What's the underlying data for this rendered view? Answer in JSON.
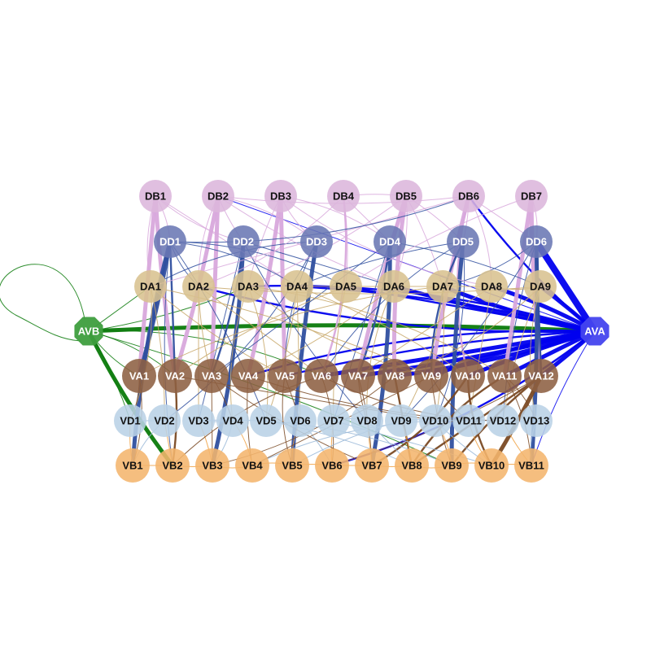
{
  "diagram": {
    "groups": {
      "DB": {
        "color": "#dcb6dc",
        "text_color": "#111111",
        "edge_color": "#d8a8dc"
      },
      "DD": {
        "color": "#6a78b4",
        "text_color": "#ffffff",
        "edge_color": "#2f4f9f"
      },
      "DA": {
        "color": "#d8c18f",
        "text_color": "#111111",
        "edge_color": "#c8a86a"
      },
      "VA": {
        "color": "#8d6042",
        "text_color": "#ffffff",
        "edge_color": "#7a4a24"
      },
      "VD": {
        "color": "#b9d1e6",
        "text_color": "#111111",
        "edge_color": "#9ab8d8"
      },
      "VB": {
        "color": "#f4b56d",
        "text_color": "#111111",
        "edge_color": "#f0a040"
      },
      "AVB": {
        "color": "#3e9e3e",
        "text_color": "#ffffff",
        "edge_color": "#0a7a0a"
      },
      "AVA": {
        "color": "#4444ee",
        "text_color": "#ffffff",
        "edge_color": "#0000ee"
      }
    },
    "rows": [
      {
        "group": "DB",
        "labels": [
          "DB1",
          "DB2",
          "DB3",
          "DB4",
          "DB5",
          "DB6",
          "DB7"
        ]
      },
      {
        "group": "DD",
        "labels": [
          "DD1",
          "DD2",
          "DD3",
          "DD4",
          "DD5",
          "DD6"
        ]
      },
      {
        "group": "DA",
        "labels": [
          "DA1",
          "DA2",
          "DA3",
          "DA4",
          "DA5",
          "DA6",
          "DA7",
          "DA8",
          "DA9"
        ]
      },
      {
        "group": "VA",
        "labels": [
          "VA1",
          "VA2",
          "VA3",
          "VA4",
          "VA5",
          "VA6",
          "VA7",
          "VA8",
          "VA9",
          "VA10",
          "VA11",
          "VA12"
        ]
      },
      {
        "group": "VD",
        "labels": [
          "VD1",
          "VD2",
          "VD3",
          "VD4",
          "VD5",
          "VD6",
          "VD7",
          "VD8",
          "VD9",
          "VD10",
          "VD11",
          "VD12",
          "VD13"
        ]
      },
      {
        "group": "VB",
        "labels": [
          "VB1",
          "VB2",
          "VB3",
          "VB4",
          "VB5",
          "VB6",
          "VB7",
          "VB8",
          "VB9",
          "VB10",
          "VB11"
        ]
      }
    ],
    "hubs": [
      {
        "label": "AVB",
        "group": "AVB",
        "side": "left"
      },
      {
        "label": "AVA",
        "group": "AVA",
        "side": "right"
      }
    ],
    "edges": [
      {
        "from": "AVB",
        "to": "AVA",
        "weight": 3
      },
      {
        "from": "AVB",
        "to": "AVB",
        "weight": 1
      },
      {
        "from": "AVA",
        "to": "DD6",
        "weight": 4
      },
      {
        "from": "AVA",
        "to": "DA9",
        "weight": 3
      },
      {
        "from": "AVA",
        "to": "DA8",
        "weight": 3
      },
      {
        "from": "AVA",
        "to": "DA7",
        "weight": 3
      },
      {
        "from": "AVA",
        "to": "DA6",
        "weight": 3
      },
      {
        "from": "AVA",
        "to": "DA5",
        "weight": 2
      },
      {
        "from": "AVA",
        "to": "DA4",
        "weight": 2
      },
      {
        "from": "AVA",
        "to": "DA3",
        "weight": 2
      },
      {
        "from": "AVA",
        "to": "DA2",
        "weight": 2
      },
      {
        "from": "AVA",
        "to": "VA12",
        "weight": 3
      },
      {
        "from": "AVA",
        "to": "VA11",
        "weight": 3
      },
      {
        "from": "AVA",
        "to": "VA10",
        "weight": 3
      },
      {
        "from": "AVA",
        "to": "VA9",
        "weight": 3
      },
      {
        "from": "AVA",
        "to": "VA8",
        "weight": 3
      },
      {
        "from": "AVA",
        "to": "VA7",
        "weight": 3
      },
      {
        "from": "AVA",
        "to": "VA6",
        "weight": 3
      },
      {
        "from": "AVA",
        "to": "VA5",
        "weight": 2
      },
      {
        "from": "AVA",
        "to": "VA4",
        "weight": 2
      },
      {
        "from": "AVA",
        "to": "VB6",
        "weight": 2
      },
      {
        "from": "AVA",
        "to": "DB6",
        "weight": 2
      },
      {
        "from": "AVA",
        "to": "DB2",
        "weight": 1
      },
      {
        "from": "AVA",
        "to": "VB11",
        "weight": 1
      },
      {
        "from": "AVB",
        "to": "VA1",
        "weight": 1
      },
      {
        "from": "AVB",
        "to": "VA2",
        "weight": 1
      },
      {
        "from": "AVB",
        "to": "VD1",
        "weight": 1
      },
      {
        "from": "AVB",
        "to": "DA1",
        "weight": 1
      },
      {
        "from": "AVB",
        "to": "DA3",
        "weight": 1
      },
      {
        "from": "AVB",
        "to": "VB2",
        "weight": 3
      },
      {
        "from": "AVB",
        "to": "VA6",
        "weight": 1
      },
      {
        "from": "AVB",
        "to": "VB9",
        "weight": 1
      },
      {
        "from": "DB1",
        "to": "VA1",
        "weight": 3
      },
      {
        "from": "DB1",
        "to": "VA2",
        "weight": 3
      },
      {
        "from": "DB1",
        "to": "DA1",
        "weight": 1
      },
      {
        "from": "DB1",
        "to": "DD1",
        "weight": 1
      },
      {
        "from": "DB2",
        "to": "VA2",
        "weight": 3
      },
      {
        "from": "DB2",
        "to": "VA3",
        "weight": 3
      },
      {
        "from": "DB2",
        "to": "DD2",
        "weight": 1
      },
      {
        "from": "DB2",
        "to": "DA2",
        "weight": 1
      },
      {
        "from": "DB2",
        "to": "DD3",
        "weight": 1
      },
      {
        "from": "DB3",
        "to": "VA4",
        "weight": 3
      },
      {
        "from": "DB3",
        "to": "VA5",
        "weight": 3
      },
      {
        "from": "DB3",
        "to": "DA3",
        "weight": 1
      },
      {
        "from": "DB3",
        "to": "DD3",
        "weight": 1
      },
      {
        "from": "DB4",
        "to": "VA6",
        "weight": 2
      },
      {
        "from": "DB4",
        "to": "DA5",
        "weight": 1
      },
      {
        "from": "DB4",
        "to": "DD4",
        "weight": 1
      },
      {
        "from": "DB5",
        "to": "VA7",
        "weight": 3
      },
      {
        "from": "DB5",
        "to": "VA8",
        "weight": 3
      },
      {
        "from": "DB5",
        "to": "DA6",
        "weight": 1
      },
      {
        "from": "DB5",
        "to": "DA7",
        "weight": 1
      },
      {
        "from": "DB5",
        "to": "DD4",
        "weight": 1
      },
      {
        "from": "DB6",
        "to": "VA9",
        "weight": 3
      },
      {
        "from": "DB6",
        "to": "VA10",
        "weight": 2
      },
      {
        "from": "DB6",
        "to": "DA8",
        "weight": 1
      },
      {
        "from": "DB6",
        "to": "DD5",
        "weight": 1
      },
      {
        "from": "DB7",
        "to": "VA11",
        "weight": 3
      },
      {
        "from": "DB7",
        "to": "VA12",
        "weight": 3
      },
      {
        "from": "DB7",
        "to": "DA9",
        "weight": 1
      },
      {
        "from": "DB7",
        "to": "DD6",
        "weight": 1
      },
      {
        "from": "DD1",
        "to": "VA1",
        "weight": 3
      },
      {
        "from": "DD1",
        "to": "VA2",
        "weight": 2
      },
      {
        "from": "DD1",
        "to": "VB2",
        "weight": 1
      },
      {
        "from": "DD1",
        "to": "DA2",
        "weight": 1
      },
      {
        "from": "DD2",
        "to": "VB3",
        "weight": 3
      },
      {
        "from": "DD2",
        "to": "VA3",
        "weight": 2
      },
      {
        "from": "DD2",
        "to": "VD3",
        "weight": 1
      },
      {
        "from": "DD3",
        "to": "VB5",
        "weight": 3
      },
      {
        "from": "DD3",
        "to": "VA5",
        "weight": 1
      },
      {
        "from": "DD4",
        "to": "VB7",
        "weight": 3
      },
      {
        "from": "DD4",
        "to": "VA7",
        "weight": 2
      },
      {
        "from": "DD4",
        "to": "VD7",
        "weight": 1
      },
      {
        "from": "DD5",
        "to": "VB9",
        "weight": 3
      },
      {
        "from": "DD5",
        "to": "VA9",
        "weight": 2
      },
      {
        "from": "DD5",
        "to": "VD10",
        "weight": 1
      },
      {
        "from": "DD6",
        "to": "VB11",
        "weight": 3
      },
      {
        "from": "DD6",
        "to": "VA12",
        "weight": 2
      },
      {
        "from": "DD6",
        "to": "VD12",
        "weight": 1
      },
      {
        "from": "DD1",
        "to": "VB1",
        "weight": 3
      },
      {
        "from": "DA1",
        "to": "VD1",
        "weight": 1
      },
      {
        "from": "DA1",
        "to": "VD2",
        "weight": 1
      },
      {
        "from": "DA2",
        "to": "VD3",
        "weight": 1
      },
      {
        "from": "DA2",
        "to": "VA3",
        "weight": 1
      },
      {
        "from": "DA3",
        "to": "VD4",
        "weight": 1
      },
      {
        "from": "DA3",
        "to": "VD5",
        "weight": 1
      },
      {
        "from": "DA4",
        "to": "VD5",
        "weight": 1
      },
      {
        "from": "DA4",
        "to": "VD6",
        "weight": 1
      },
      {
        "from": "DA5",
        "to": "VD7",
        "weight": 1
      },
      {
        "from": "DA6",
        "to": "VD8",
        "weight": 1
      },
      {
        "from": "DA7",
        "to": "VD9",
        "weight": 1
      },
      {
        "from": "DA7",
        "to": "VD10",
        "weight": 1
      },
      {
        "from": "DA8",
        "to": "VD11",
        "weight": 1
      },
      {
        "from": "DA9",
        "to": "VD12",
        "weight": 1
      },
      {
        "from": "DA9",
        "to": "VD13",
        "weight": 1
      },
      {
        "from": "VA1",
        "to": "VB1",
        "weight": 1
      },
      {
        "from": "VA2",
        "to": "VB2",
        "weight": 2
      },
      {
        "from": "VA3",
        "to": "VB3",
        "weight": 1
      },
      {
        "from": "VA4",
        "to": "VB4",
        "weight": 1
      },
      {
        "from": "VA5",
        "to": "VB5",
        "weight": 1
      },
      {
        "from": "VA6",
        "to": "VB6",
        "weight": 1
      },
      {
        "from": "VA7",
        "to": "VB7",
        "weight": 1
      },
      {
        "from": "VA8",
        "to": "VB8",
        "weight": 2
      },
      {
        "from": "VA9",
        "to": "VB9",
        "weight": 1
      },
      {
        "from": "VA10",
        "to": "VB10",
        "weight": 2
      },
      {
        "from": "VA11",
        "to": "VB11",
        "weight": 1
      },
      {
        "from": "VA12",
        "to": "VB10",
        "weight": 3
      },
      {
        "from": "VA12",
        "to": "VB8",
        "weight": 2
      },
      {
        "from": "VA12",
        "to": "VB9",
        "weight": 2
      },
      {
        "from": "VA11",
        "to": "VB8",
        "weight": 2
      },
      {
        "from": "VA10",
        "to": "VB7",
        "weight": 2
      },
      {
        "from": "VB1",
        "to": "VD1",
        "weight": 1
      },
      {
        "from": "VB2",
        "to": "VD2",
        "weight": 1
      },
      {
        "from": "VB3",
        "to": "VD3",
        "weight": 1
      },
      {
        "from": "VB4",
        "to": "VD4",
        "weight": 1
      },
      {
        "from": "VB5",
        "to": "VD6",
        "weight": 1
      },
      {
        "from": "VB6",
        "to": "VD7",
        "weight": 1
      },
      {
        "from": "VB7",
        "to": "VD8",
        "weight": 1
      },
      {
        "from": "VB8",
        "to": "VD9",
        "weight": 1
      },
      {
        "from": "VB9",
        "to": "VD10",
        "weight": 1
      },
      {
        "from": "VB10",
        "to": "VD11",
        "weight": 1
      },
      {
        "from": "VB11",
        "to": "VD12",
        "weight": 1
      },
      {
        "from": "VB1",
        "to": "VB2",
        "weight": 1
      },
      {
        "from": "VB2",
        "to": "VB3",
        "weight": 1
      },
      {
        "from": "VB3",
        "to": "VB4",
        "weight": 1
      },
      {
        "from": "VB4",
        "to": "VB5",
        "weight": 1
      },
      {
        "from": "VB5",
        "to": "VB6",
        "weight": 1
      },
      {
        "from": "VB6",
        "to": "VB7",
        "weight": 1
      },
      {
        "from": "VB7",
        "to": "VB8",
        "weight": 1
      },
      {
        "from": "VB8",
        "to": "VB9",
        "weight": 1
      },
      {
        "from": "VB9",
        "to": "VB10",
        "weight": 1
      },
      {
        "from": "VB10",
        "to": "VB11",
        "weight": 1
      },
      {
        "from": "VD1",
        "to": "VD2",
        "weight": 1
      },
      {
        "from": "VD3",
        "to": "VD4",
        "weight": 1
      },
      {
        "from": "VD5",
        "to": "VD6",
        "weight": 1
      },
      {
        "from": "VD7",
        "to": "VD8",
        "weight": 1
      },
      {
        "from": "VD9",
        "to": "VD10",
        "weight": 1
      },
      {
        "from": "VD11",
        "to": "VD12",
        "weight": 1
      },
      {
        "from": "VD12",
        "to": "VD13",
        "weight": 1
      },
      {
        "from": "VD2",
        "to": "VB1",
        "weight": 1
      },
      {
        "from": "VD4",
        "to": "VB3",
        "weight": 1
      },
      {
        "from": "VD6",
        "to": "VB6",
        "weight": 1
      },
      {
        "from": "VD8",
        "to": "VB8",
        "weight": 1
      },
      {
        "from": "VD10",
        "to": "VB10",
        "weight": 1
      },
      {
        "from": "VD13",
        "to": "VB11",
        "weight": 1
      },
      {
        "from": "VA1",
        "to": "VD1",
        "weight": 1
      },
      {
        "from": "VA3",
        "to": "VD4",
        "weight": 1
      },
      {
        "from": "VA5",
        "to": "VD6",
        "weight": 1
      },
      {
        "from": "VA7",
        "to": "VD8",
        "weight": 1
      },
      {
        "from": "VA9",
        "to": "VD11",
        "weight": 1
      },
      {
        "from": "VA11",
        "to": "VD13",
        "weight": 1
      },
      {
        "from": "VA12",
        "to": "VB6",
        "weight": 1
      },
      {
        "from": "VA9",
        "to": "VB4",
        "weight": 1
      },
      {
        "from": "VA3",
        "to": "VB7",
        "weight": 1
      },
      {
        "from": "VA6",
        "to": "VB2",
        "weight": 1
      },
      {
        "from": "VA8",
        "to": "VB3",
        "weight": 1
      },
      {
        "from": "DA6",
        "to": "VA4",
        "weight": 1
      },
      {
        "from": "DA8",
        "to": "VA7",
        "weight": 1
      },
      {
        "from": "DA5",
        "to": "VA2",
        "weight": 1
      },
      {
        "from": "DA7",
        "to": "VA1",
        "weight": 1
      },
      {
        "from": "DA9",
        "to": "VA8",
        "weight": 1
      },
      {
        "from": "DA4",
        "to": "VA10",
        "weight": 1
      },
      {
        "from": "DA2",
        "to": "VA6",
        "weight": 1
      },
      {
        "from": "DA1",
        "to": "VA5",
        "weight": 1
      },
      {
        "from": "DA3",
        "to": "VA9",
        "weight": 1
      },
      {
        "from": "DD1",
        "to": "DA5",
        "weight": 1
      },
      {
        "from": "DD1",
        "to": "VD5",
        "weight": 1
      },
      {
        "from": "DD2",
        "to": "DA6",
        "weight": 1
      },
      {
        "from": "DD2",
        "to": "VD8",
        "weight": 1
      },
      {
        "from": "DD3",
        "to": "DA1",
        "weight": 1
      },
      {
        "from": "DD3",
        "to": "VD2",
        "weight": 1
      },
      {
        "from": "DD4",
        "to": "DA9",
        "weight": 1
      },
      {
        "from": "DD4",
        "to": "VA3",
        "weight": 1
      },
      {
        "from": "DD5",
        "to": "DA4",
        "weight": 1
      },
      {
        "from": "DD5",
        "to": "VA6",
        "weight": 1
      },
      {
        "from": "DD6",
        "to": "DA7",
        "weight": 1
      },
      {
        "from": "DD6",
        "to": "VD9",
        "weight": 1
      },
      {
        "from": "DB1",
        "to": "DA4",
        "weight": 1
      },
      {
        "from": "DB2",
        "to": "DA6",
        "weight": 1
      },
      {
        "from": "DB3",
        "to": "DA8",
        "weight": 1
      },
      {
        "from": "DB4",
        "to": "DA2",
        "weight": 1
      },
      {
        "from": "DB5",
        "to": "DA3",
        "weight": 1
      },
      {
        "from": "DB6",
        "to": "DA1",
        "weight": 1
      },
      {
        "from": "DB7",
        "to": "DA5",
        "weight": 1
      },
      {
        "from": "DB1",
        "to": "DD2",
        "weight": 1
      },
      {
        "from": "DB3",
        "to": "DD4",
        "weight": 1
      },
      {
        "from": "DB5",
        "to": "DD5",
        "weight": 1
      },
      {
        "from": "DB6",
        "to": "DD6",
        "weight": 1
      },
      {
        "from": "DB2",
        "to": "DB6",
        "weight": 1
      },
      {
        "from": "DD1",
        "to": "DB6",
        "weight": 1
      },
      {
        "from": "DD1",
        "to": "DA4",
        "weight": 1
      },
      {
        "from": "DB4",
        "to": "DB5",
        "weight": 1
      },
      {
        "from": "DA4",
        "to": "DA8",
        "weight": 1
      },
      {
        "from": "DA2",
        "to": "DA9",
        "weight": 1
      },
      {
        "from": "DA8",
        "to": "DA9",
        "weight": 1
      },
      {
        "from": "DA3",
        "to": "VA11",
        "weight": 1
      },
      {
        "from": "DA1",
        "to": "VA9",
        "weight": 1
      },
      {
        "from": "VA2",
        "to": "VD10",
        "weight": 1
      },
      {
        "from": "VA4",
        "to": "VD11",
        "weight": 1
      },
      {
        "from": "VA6",
        "to": "VD12",
        "weight": 1
      },
      {
        "from": "VD3",
        "to": "VB9",
        "weight": 1
      },
      {
        "from": "VD5",
        "to": "VB8",
        "weight": 1
      },
      {
        "from": "VD7",
        "to": "VB10",
        "weight": 1
      },
      {
        "from": "VD9",
        "to": "VB5",
        "weight": 1
      },
      {
        "from": "VD11",
        "to": "VB4",
        "weight": 1
      }
    ]
  }
}
